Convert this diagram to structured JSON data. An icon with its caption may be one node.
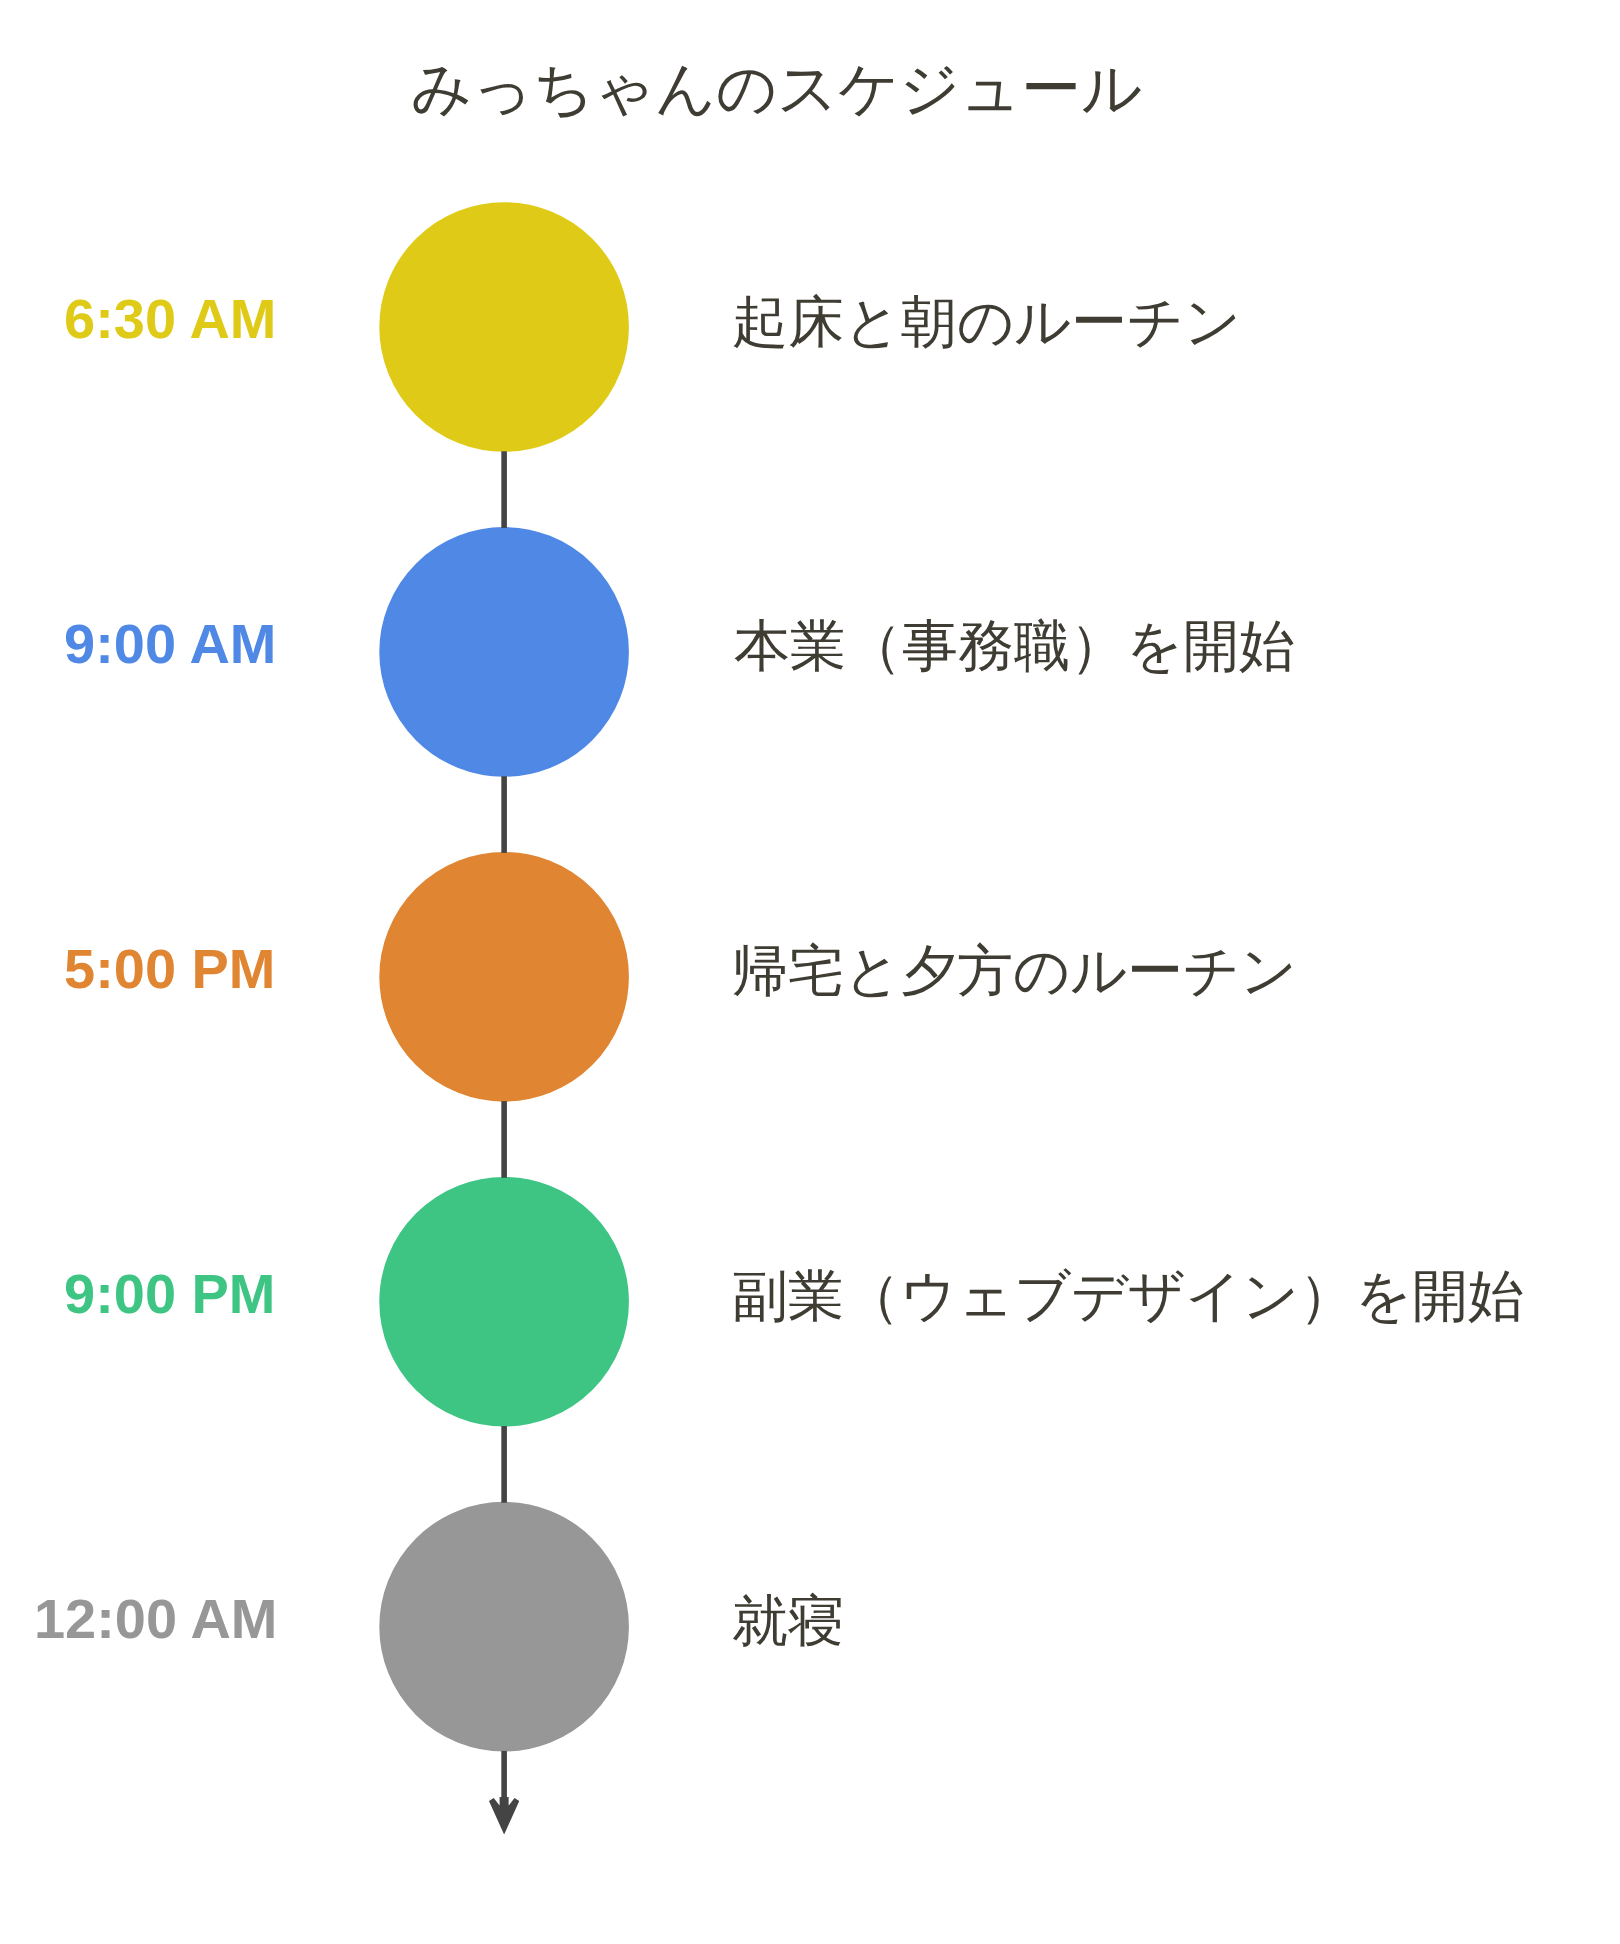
{
  "diagram": {
    "title": "みっちゃんのスケジュール",
    "nodes": [
      {
        "text": [],
        "shape": "circle",
        "beside": [
          "6:30 AM",
          "起床と朝のルーチン"
        ]
      },
      {
        "text": [],
        "shape": "circle",
        "beside": [
          "9:00 AM",
          "本業（事務職）を開始"
        ]
      },
      {
        "text": [],
        "shape": "circle",
        "beside": [
          "5:00 PM",
          "帰宅と夕方のルーチン"
        ]
      },
      {
        "text": [],
        "shape": "circle",
        "beside": [
          "9:00 PM",
          "副業（ウェブデザイン）を開始"
        ]
      },
      {
        "text": [],
        "shape": "circle",
        "beside": [
          "12:00 AM",
          "就寝"
        ]
      }
    ],
    "edges": [
      {
        "from": 0,
        "to": 1,
        "arrow": "none"
      },
      {
        "from": 1,
        "to": 2,
        "arrow": "none"
      },
      {
        "from": 2,
        "to": 3,
        "arrow": "none"
      },
      {
        "from": 3,
        "to": 4,
        "arrow": "none"
      },
      {
        "from": 4,
        "to": null,
        "arrow": "to"
      }
    ]
  }
}
